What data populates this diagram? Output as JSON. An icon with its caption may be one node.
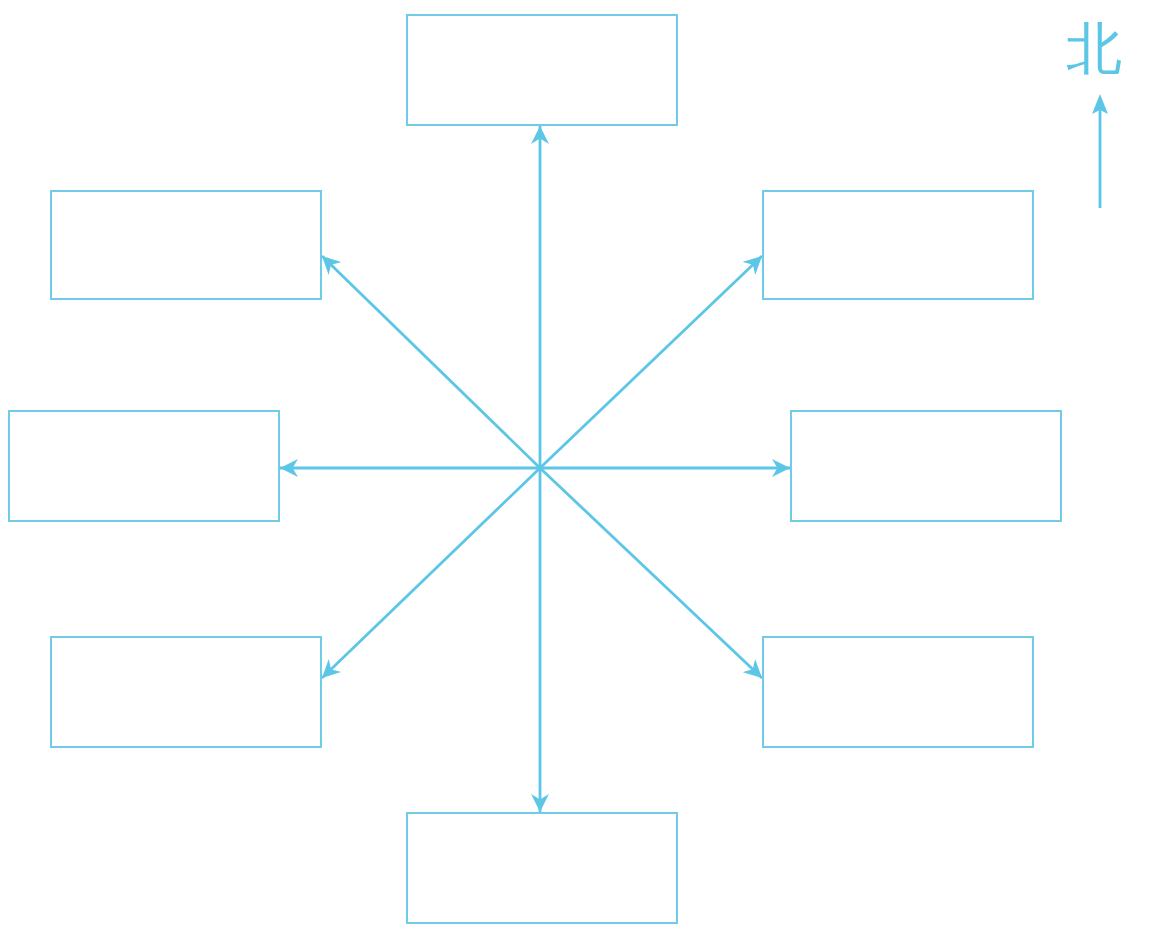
{
  "diagram": {
    "nodes": [
      {
        "text": [],
        "shape": "box"
      },
      {
        "text": [],
        "shape": "box"
      },
      {
        "text": [],
        "shape": "box"
      },
      {
        "text": [],
        "shape": "box"
      },
      {
        "text": [],
        "shape": "box"
      },
      {
        "text": [],
        "shape": "box"
      },
      {
        "text": [],
        "shape": "box"
      },
      {
        "text": [],
        "shape": "box"
      }
    ],
    "edges": [
      {
        "from": null,
        "to": 0,
        "arrow": "to"
      },
      {
        "from": null,
        "to": 1,
        "arrow": "to"
      },
      {
        "from": null,
        "to": 2,
        "arrow": "to"
      },
      {
        "from": null,
        "to": 3,
        "arrow": "to"
      },
      {
        "from": null,
        "to": 4,
        "arrow": "to"
      },
      {
        "from": null,
        "to": 5,
        "arrow": "to"
      },
      {
        "from": null,
        "to": 6,
        "arrow": "to"
      },
      {
        "from": null,
        "to": 7,
        "arrow": "to"
      }
    ],
    "labels": [
      "北"
    ]
  }
}
